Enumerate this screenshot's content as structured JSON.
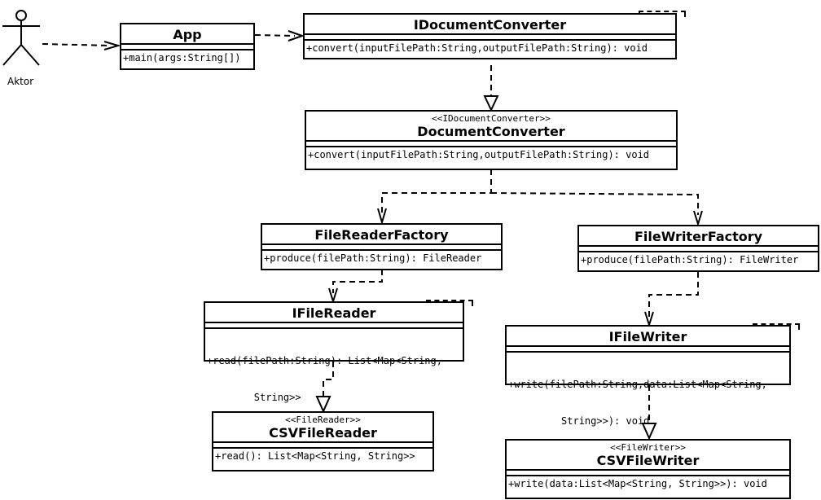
{
  "actor": {
    "name": "Aktor"
  },
  "classes": {
    "app": {
      "name": "App",
      "ops": [
        "+main(args:String[])"
      ]
    },
    "idoc": {
      "name": "IDocumentConverter",
      "ops": [
        "+convert(inputFilePath:String,outputFilePath:String): void"
      ]
    },
    "doc": {
      "stereotype": "<<IDocumentConverter>>",
      "name": "DocumentConverter",
      "ops": [
        "+convert(inputFilePath:String,outputFilePath:String): void"
      ]
    },
    "frf": {
      "name": "FileReaderFactory",
      "ops": [
        "+produce(filePath:String): FileReader"
      ]
    },
    "fwf": {
      "name": "FileWriterFactory",
      "ops": [
        "+produce(filePath:String): FileWriter"
      ]
    },
    "ifr": {
      "name": "IFileReader",
      "ops": [
        "+read(filePath:String): List<Map<String,",
        "        String>>"
      ]
    },
    "ifw": {
      "name": "IFileWriter",
      "ops": [
        "+write(filePath:String,data:List<Map<String,",
        "         String>>): void"
      ]
    },
    "csvr": {
      "stereotype": "<<FileReader>>",
      "name": "CSVFileReader",
      "ops": [
        "+read(): List<Map<String, String>>"
      ]
    },
    "csvw": {
      "stereotype": "<<FileWriter>>",
      "name": "CSVFileWriter",
      "ops": [
        "+write(data:List<Map<String, String>>): void"
      ]
    }
  }
}
